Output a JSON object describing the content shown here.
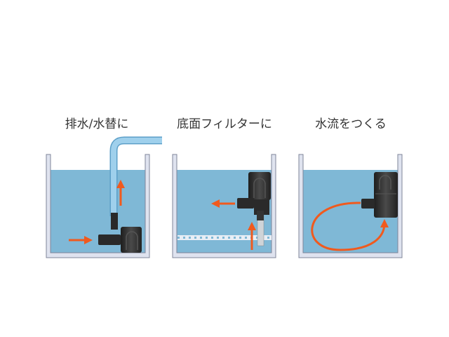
{
  "panels": [
    {
      "label": "排水/水替に"
    },
    {
      "label": "底面フィルターに"
    },
    {
      "label": "水流をつくる"
    }
  ],
  "colors": {
    "water": "#7fb8d6",
    "wall": "#dfe3ef",
    "wall_stroke": "#7f8599",
    "arrow": "#f05a1e",
    "pump": "#2e2e2e",
    "hose": "#8ec6e6"
  }
}
